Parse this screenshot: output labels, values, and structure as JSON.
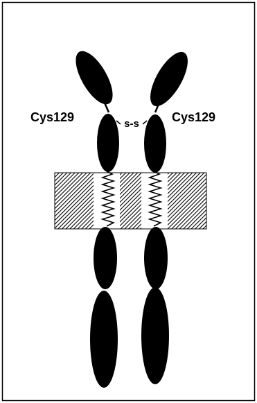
{
  "labels": {
    "left_residue": "Cys129",
    "right_residue": "Cys129",
    "bond": "s-s"
  },
  "colors": {
    "domain_fill": "#000000",
    "membrane_hatch": "#000000",
    "background": "#ffffff",
    "border": "#000000"
  }
}
